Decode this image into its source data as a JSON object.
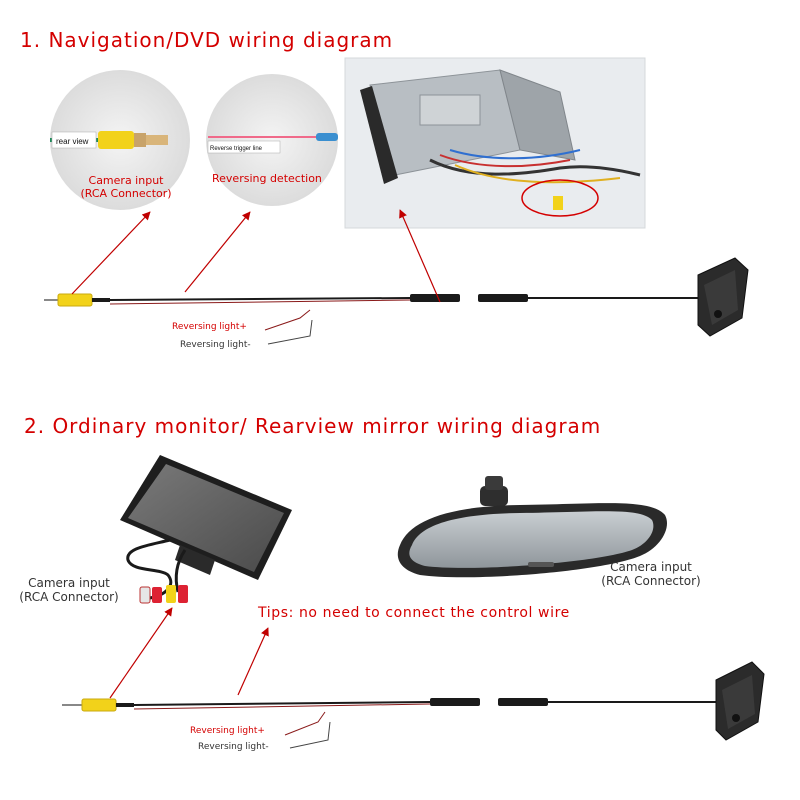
{
  "section1": {
    "title": "1. Navigation/DVD wiring diagram",
    "rear_view_tag": "rear view",
    "reverse_tag": "Reverse trigger line",
    "camera_input_label": "Camera input",
    "rca_connector_label": "(RCA Connector)",
    "reversing_detection_label": "Reversing detection",
    "reversing_light_plus": "Reversing light+",
    "reversing_light_minus": "Reversing light-"
  },
  "section2": {
    "title": "2.  Ordinary monitor/ Rearview mirror wiring diagram",
    "monitor_camera_input_label": "Camera input",
    "monitor_rca_label": "(RCA Connector)",
    "mirror_camera_input_label": "Camera input",
    "mirror_rca_label": "(RCA Connector)",
    "tips": "Tips: no need to connect the control wire",
    "reversing_light_plus": "Reversing light+",
    "reversing_light_minus": "Reversing light-"
  },
  "colors": {
    "accent_red": "#d40000",
    "rca_yellow": "#f2d21a",
    "cable": "#1a1a1a"
  }
}
